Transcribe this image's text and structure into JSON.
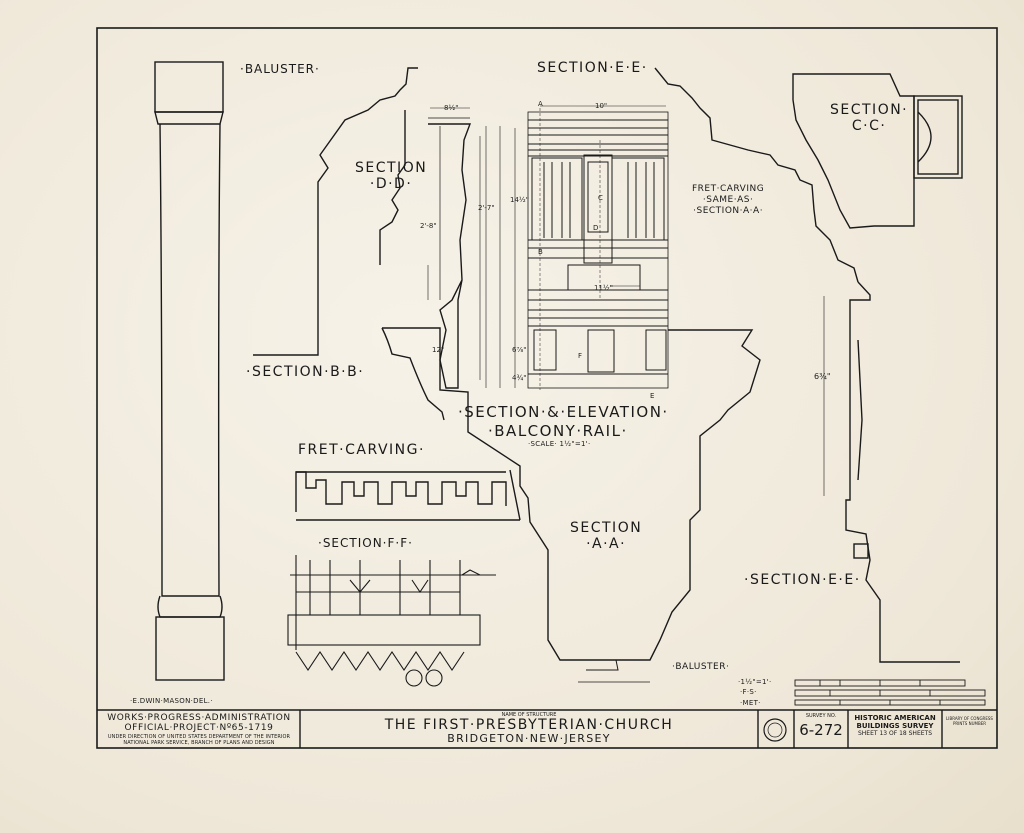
{
  "labels": {
    "baluster_top": "·BALUSTER·",
    "section_ee_top": "SECTION·E·E·",
    "section_cc": "SECTION·\nC·C·",
    "section_dd": "SECTION\n·D·D·",
    "fret_same": "FRET·CARVING\n·SAME·AS·\n·SECTION·A·A·",
    "section_bb": "·SECTION·B·B·",
    "section_elevation": "·SECTION·&·ELEVATION·",
    "balcony_rail": "·BALCONY·RAIL·",
    "scale": "·SCALE· 1½\"=1'·",
    "fret_carving": "FRET·CARVING·",
    "section_ff": "·SECTION·F·F·",
    "section_aa": "SECTION\n·A·A·",
    "section_ee_right": "·SECTION·E·E·",
    "baluster_bottom": "·BALUSTER·",
    "delineator": "·E.DWIN·MASON·DEL.·"
  },
  "dimensions": {
    "d_8_5": "8½\"",
    "d_2_8": "2'-8\"",
    "d_2_7": "2'-7\"",
    "d_10": "10\"",
    "d_14_5": "14½\"",
    "d_12": "12\"",
    "d_11_5": "11½\"",
    "d_6_7_8": "6⅞\"",
    "d_6_3_4": "6¾\"",
    "d_4_3_4": "4¾\"",
    "letter_a": "A",
    "letter_b": "B",
    "letter_c": "C",
    "letter_d": "D",
    "letter_e": "E",
    "letter_f": "F"
  },
  "scales": {
    "s1": "·1½\"=1'·",
    "s2": "·F·S·",
    "s3": "·MET·"
  },
  "title_block": {
    "agency_line1": "WORKS·PROGRESS·ADMINISTRATION",
    "agency_line2": "OFFICIAL·PROJECT·Nº65-1719",
    "agency_line3": "UNDER DIRECTION OF UNITED STATES DEPARTMENT OF THE INTERIOR",
    "agency_line4": "NATIONAL PARK SERVICE, BRANCH OF PLANS AND DESIGN",
    "name_caption": "NAME OF STRUCTURE",
    "structure_name": "THE FIRST·PRESBYTERIAN·CHURCH",
    "location": "BRIDGETON·NEW·JERSEY",
    "survey_caption": "SURVEY NO.",
    "survey_no": "6-272",
    "habs_line1": "HISTORIC AMERICAN",
    "habs_line2": "BUILDINGS SURVEY",
    "sheet_info": "SHEET 13 OF 18 SHEETS",
    "library_line1": "LIBRARY OF CONGRESS",
    "library_line2": "PRINTS NUMBER"
  }
}
